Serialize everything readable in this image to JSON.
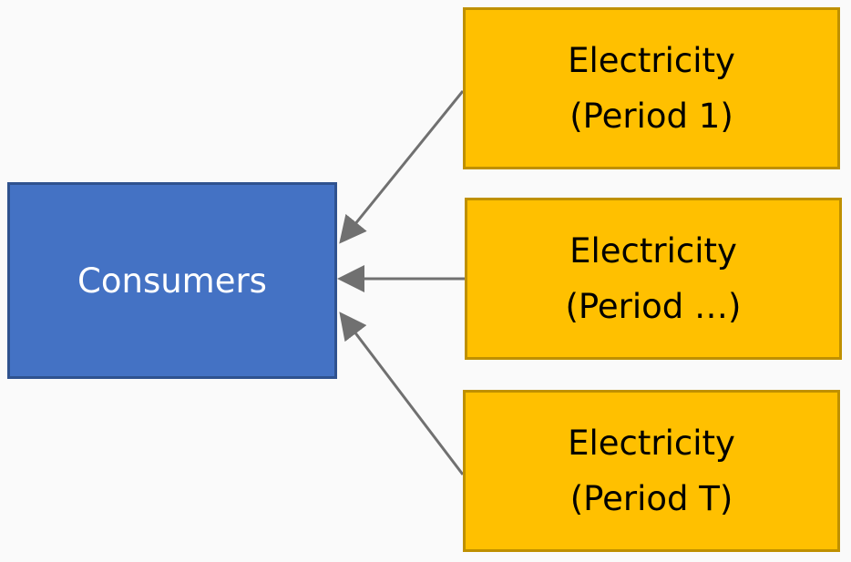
{
  "consumer": {
    "label": "Consumers",
    "fill_color": "#4472c4",
    "border_color": "#2f528f"
  },
  "sources": [
    {
      "line1": "Electricity",
      "line2": "(Period 1)"
    },
    {
      "line1": "Electricity",
      "line2": "(Period …)"
    },
    {
      "line1": "Electricity",
      "line2": "(Period T)"
    }
  ],
  "colors": {
    "source_fill": "#ffc000",
    "source_border": "#bf9000",
    "arrow": "#707070",
    "background": "#fafafa"
  },
  "edges": [
    {
      "from": "sources.0",
      "to": "consumer"
    },
    {
      "from": "sources.1",
      "to": "consumer"
    },
    {
      "from": "sources.2",
      "to": "consumer"
    }
  ]
}
